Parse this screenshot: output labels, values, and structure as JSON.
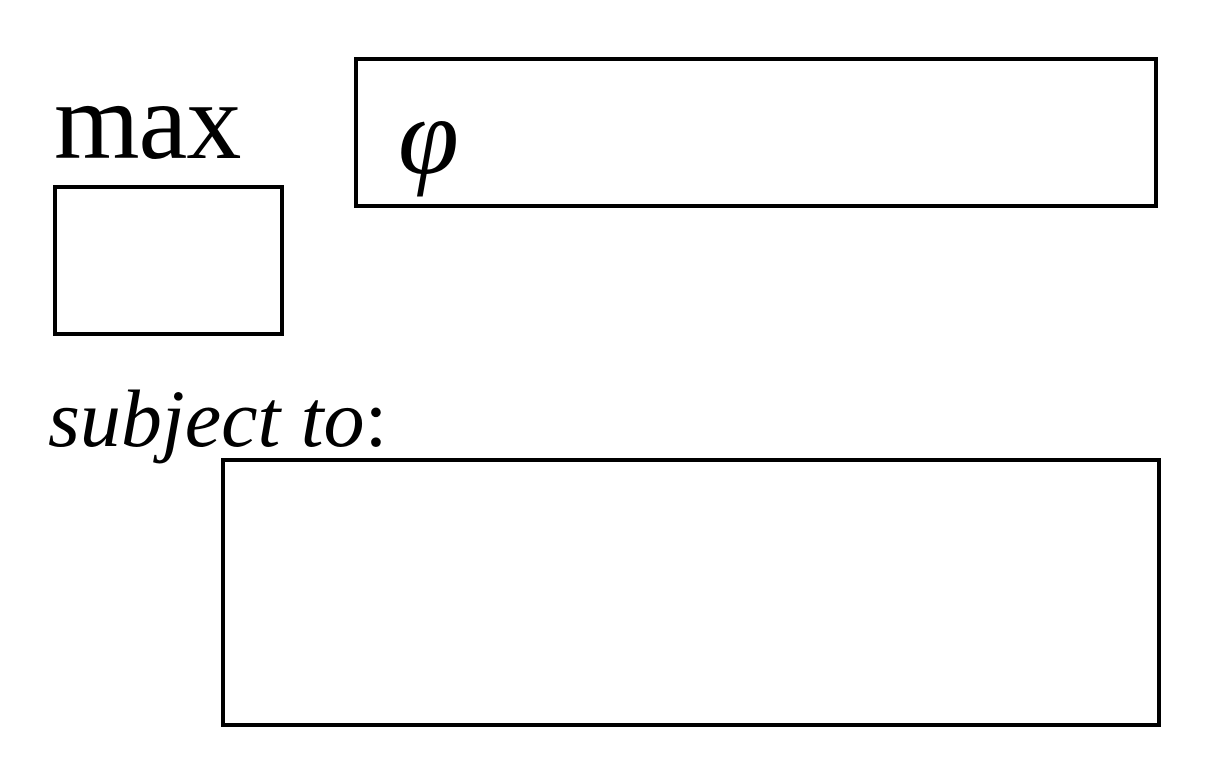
{
  "optimization": {
    "operator": "max",
    "objective_symbol": "φ",
    "subject_to_label": "subject to",
    "subject_to_colon": ":",
    "subscript_value": "",
    "constraints_value": ""
  }
}
